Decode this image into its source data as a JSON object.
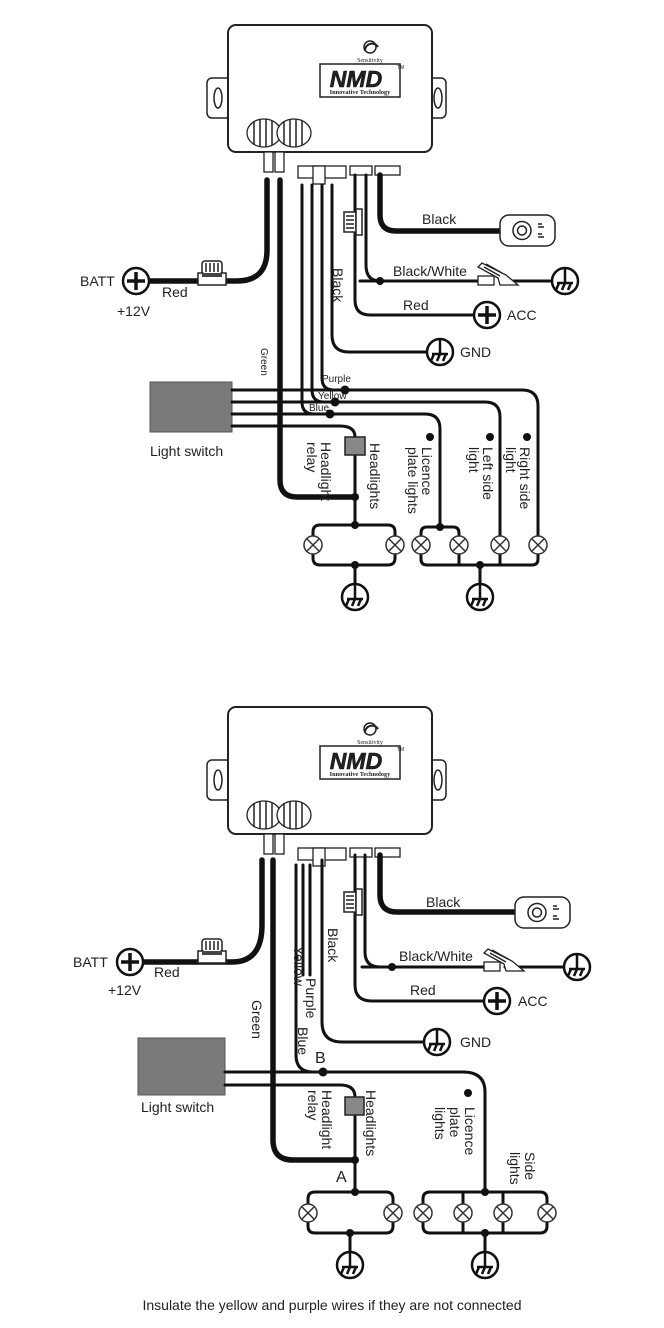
{
  "module": {
    "brand": "NMD",
    "trademark": "TM",
    "tagline": "Innovative Technology",
    "knob_label": "Sensitivity"
  },
  "top_diagram": {
    "batt": "BATT",
    "voltage": "+12V",
    "batt_wire": "Red",
    "green_wire": "Green",
    "black_wire_gnd": "Black",
    "black_wire_sensor": "Black",
    "black_white_wire": "Black/White",
    "red_wire_acc": "Red",
    "acc": "ACC",
    "gnd": "GND",
    "purple": "Purple",
    "yellow": "Yellow",
    "blue": "Blue",
    "light_switch": "Light switch",
    "headlight_relay": [
      "Headlight",
      "relay"
    ],
    "headlights": "Headlights",
    "licence_plate_lights": [
      "Licence",
      "plate lights"
    ],
    "left_side_light": [
      "Left side",
      "light"
    ],
    "right_side_light": [
      "Right side",
      "light"
    ]
  },
  "bottom_diagram": {
    "batt": "BATT",
    "voltage": "+12V",
    "batt_wire": "Red",
    "green_wire": "Green",
    "black_wire_gnd": "Black",
    "black_wire_sensor": "Black",
    "black_white_wire": "Black/White",
    "red_wire_acc": "Red",
    "acc": "ACC",
    "gnd": "GND",
    "yellow": "Yellow",
    "purple": "Purple",
    "blue": "Blue",
    "point_a": "A",
    "point_b": "B",
    "light_switch": "Light switch",
    "headlight_relay": [
      "Headlight",
      "relay"
    ],
    "headlights": "Headlights",
    "licence_plate_lights": [
      "Licence",
      "plate",
      "lights"
    ],
    "side_lights": [
      "Side",
      "lights"
    ]
  },
  "caption": "Insulate the yellow and purple wires if they are not connected",
  "colors": {
    "wire": "#111111",
    "switch_box": "#7a7a7a",
    "relay_box": "#888888"
  }
}
